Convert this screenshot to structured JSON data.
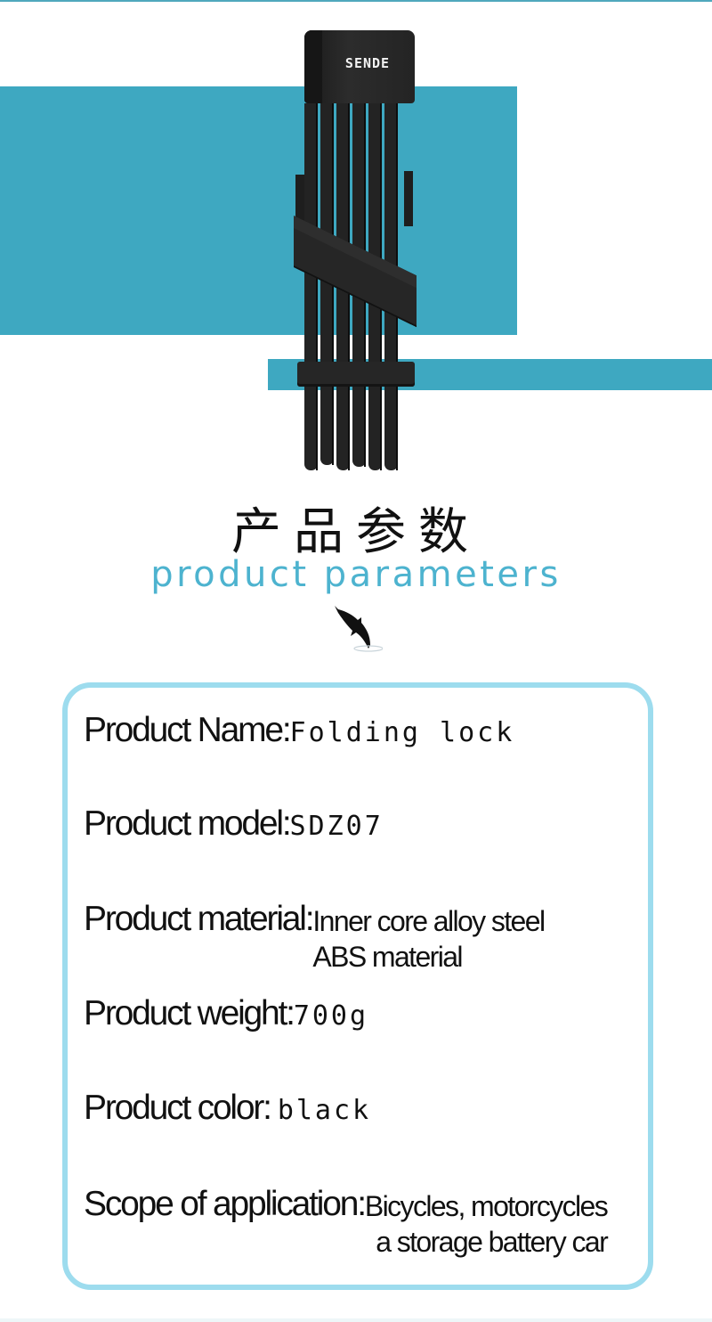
{
  "banner": {
    "brand_logo": "SENDE",
    "product_image_alt": "black folding bike lock",
    "colors": {
      "teal": "#3ea8c1",
      "lock": "#232323"
    }
  },
  "heading": {
    "chinese": "产品参数",
    "english": "product parameters",
    "icon": "dolphin-icon",
    "english_color": "#4db3cf"
  },
  "specs": {
    "border_color": "#9ddcee",
    "items": [
      {
        "label": "Product Name:",
        "value": [
          "Folding lock"
        ]
      },
      {
        "label": "Product model:",
        "value": [
          "SDZ07"
        ]
      },
      {
        "label": "Product material:",
        "value": [
          "Inner core alloy steel",
          "ABS material"
        ]
      },
      {
        "label": "Product weight:",
        "value": [
          "700g"
        ]
      },
      {
        "label": "Product color:",
        "value": [
          "black"
        ]
      },
      {
        "label": "Scope of application:",
        "value": [
          "Bicycles, motorcycles",
          "a storage battery car"
        ]
      }
    ]
  }
}
